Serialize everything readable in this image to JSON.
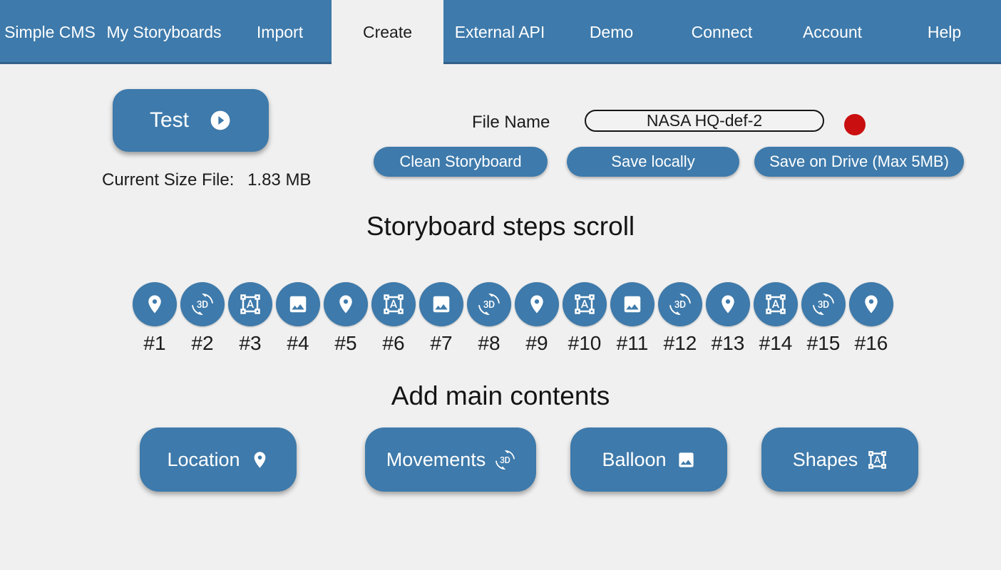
{
  "nav": {
    "items": [
      {
        "label": "Simple CMS",
        "active": false
      },
      {
        "label": "My Storyboards",
        "active": false
      },
      {
        "label": "Import",
        "active": false
      },
      {
        "label": "Create",
        "active": true
      },
      {
        "label": "External API",
        "active": false
      },
      {
        "label": "Demo",
        "active": false
      },
      {
        "label": "Connect",
        "active": false
      },
      {
        "label": "Account",
        "active": false
      },
      {
        "label": "Help",
        "active": false
      }
    ]
  },
  "toolbar": {
    "test_button_label": "Test",
    "current_size_label": "Current Size File:",
    "current_size_value": "1.83 MB",
    "file_name_label": "File Name",
    "file_name_value": "NASA HQ-def-2",
    "clean_button_label": "Clean Storyboard",
    "save_locally_button_label": "Save locally",
    "save_drive_button_label": "Save on Drive (Max 5MB)"
  },
  "steps": {
    "title": "Storyboard steps scroll",
    "items": [
      {
        "label": "#1",
        "icon": "location-pin-icon"
      },
      {
        "label": "#2",
        "icon": "3d-rotation-icon"
      },
      {
        "label": "#3",
        "icon": "format-shapes-icon"
      },
      {
        "label": "#4",
        "icon": "image-icon"
      },
      {
        "label": "#5",
        "icon": "location-pin-icon"
      },
      {
        "label": "#6",
        "icon": "format-shapes-icon"
      },
      {
        "label": "#7",
        "icon": "image-icon"
      },
      {
        "label": "#8",
        "icon": "3d-rotation-icon"
      },
      {
        "label": "#9",
        "icon": "location-pin-icon"
      },
      {
        "label": "#10",
        "icon": "format-shapes-icon"
      },
      {
        "label": "#11",
        "icon": "image-icon"
      },
      {
        "label": "#12",
        "icon": "3d-rotation-icon"
      },
      {
        "label": "#13",
        "icon": "location-pin-icon"
      },
      {
        "label": "#14",
        "icon": "format-shapes-icon"
      },
      {
        "label": "#15",
        "icon": "3d-rotation-icon"
      },
      {
        "label": "#16",
        "icon": "location-pin-icon"
      }
    ]
  },
  "contents": {
    "title": "Add main contents",
    "buttons": [
      {
        "label": "Location",
        "icon": "location-pin-icon"
      },
      {
        "label": "Movements",
        "icon": "3d-rotation-icon"
      },
      {
        "label": "Balloon",
        "icon": "image-icon"
      },
      {
        "label": "Shapes",
        "icon": "format-shapes-icon"
      }
    ]
  },
  "colors": {
    "accent_blue": "#3e7aab",
    "navbar_edge": "#33608a",
    "page_background": "#f0f0f0",
    "status_red": "#c90f0f",
    "text_dark": "#1b1b1b"
  }
}
